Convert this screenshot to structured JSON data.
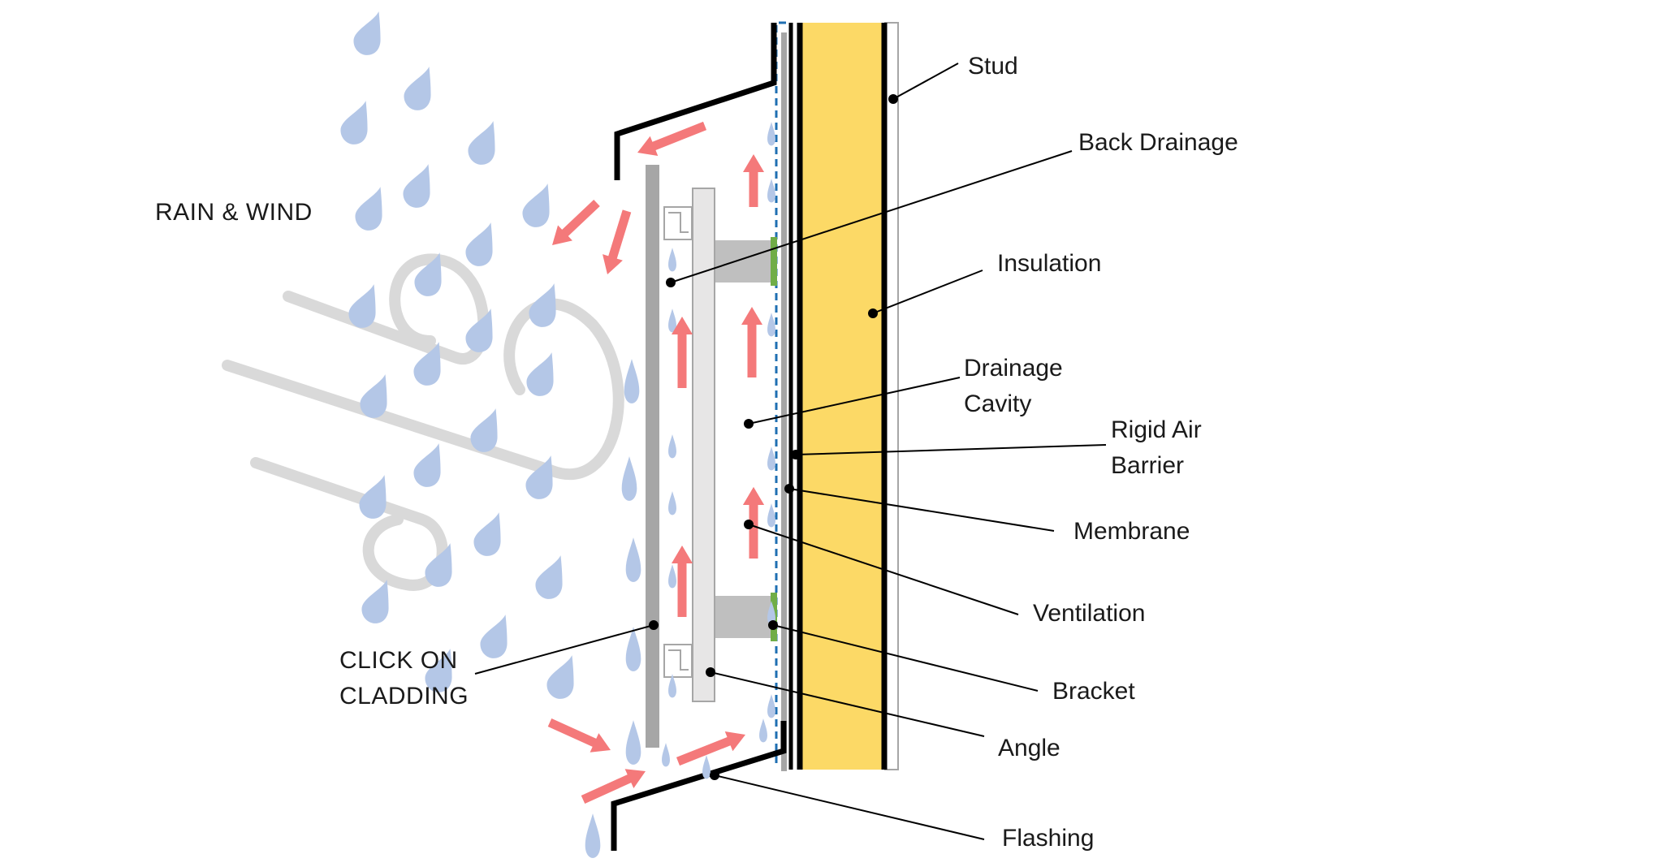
{
  "colors": {
    "rain": "#b4c7e7",
    "wind": "#d9d9d9",
    "arrow": "#f4797a",
    "insulation": "#fcd966",
    "air_barrier": "#1f6fb2",
    "bracket_pad": "#70ad47",
    "cladding": "#a6a6a6",
    "angle": "#e7e6e6",
    "bracket": "#bfbfbf",
    "line": "#000000"
  },
  "labels": {
    "rain_wind": "RAIN & WIND",
    "click_line1": "CLICK ON",
    "click_line2": "CLADDING",
    "stud": "Stud",
    "back_drainage": "Back Drainage",
    "insulation": "Insulation",
    "drainage_line1": "Drainage",
    "drainage_line2": "Cavity",
    "rigid_line1": "Rigid Air",
    "rigid_line2": "Barrier",
    "membrane": "Membrane",
    "ventilation": "Ventilation",
    "bracket": "Bracket",
    "angle": "Angle",
    "flashing": "Flashing"
  },
  "icons": {
    "raindrop": "raindrop-icon",
    "wind_swirl": "wind-swirl-icon",
    "airflow_arrow": "airflow-arrow-icon"
  }
}
